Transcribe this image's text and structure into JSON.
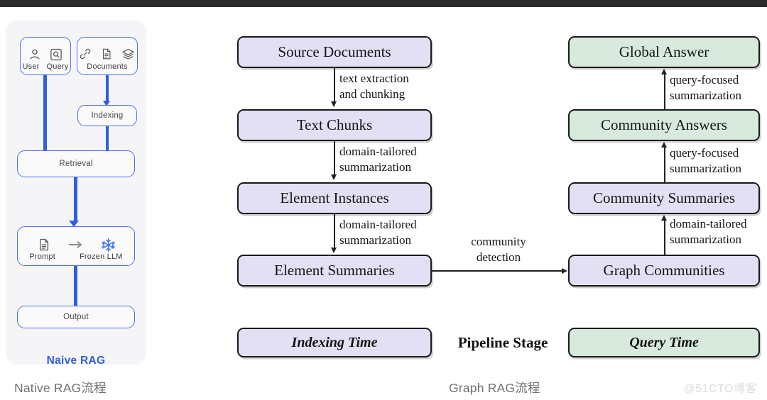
{
  "topbar": {
    "present": true,
    "color": "#2b2b2b"
  },
  "colors": {
    "lavender_fill": "#E3E0F6",
    "green_fill": "#D7EADD",
    "box_stroke": "#1A1A1A",
    "naive_accent": "#2F5FE0",
    "caption_gray": "#6F7276",
    "watermark_gray": "#DCDCDC",
    "left_card_bg": "#F5F5F7"
  },
  "naive_rag": {
    "title": "Naive RAG",
    "input_left": {
      "icons": [
        {
          "name": "user-icon",
          "label": "User"
        },
        {
          "name": "query-search-icon",
          "label": "Query"
        }
      ]
    },
    "input_right": {
      "icons": [
        {
          "name": "link-icon",
          "label": ""
        },
        {
          "name": "document-icon",
          "label": ""
        },
        {
          "name": "layers-icon",
          "label": ""
        }
      ],
      "label": "Documents"
    },
    "indexing": "Indexing",
    "retrieval": "Retrieval",
    "prompt_box": {
      "prompt_label": "Prompt",
      "arrow_icon": "right-arrow-icon",
      "llm_icon": "snowflake-icon",
      "llm_label": "Frozen LLM"
    },
    "output": "Output"
  },
  "graph_rag": {
    "indexing_column": [
      {
        "id": "source-documents",
        "label": "Source Documents",
        "fill": "lavender"
      },
      {
        "id": "text-chunks",
        "label": "Text Chunks",
        "fill": "lavender"
      },
      {
        "id": "element-instances",
        "label": "Element Instances",
        "fill": "lavender"
      },
      {
        "id": "element-summaries",
        "label": "Element Summaries",
        "fill": "lavender"
      }
    ],
    "indexing_edges": [
      {
        "from": "source-documents",
        "to": "text-chunks",
        "label_line1": "text extraction",
        "label_line2": "and chunking"
      },
      {
        "from": "text-chunks",
        "to": "element-instances",
        "label_line1": "domain-tailored",
        "label_line2": "summarization"
      },
      {
        "from": "element-instances",
        "to": "element-summaries",
        "label_line1": "domain-tailored",
        "label_line2": "summarization"
      }
    ],
    "bridge_edge": {
      "from": "element-summaries",
      "to": "graph-communities",
      "label_line1": "community",
      "label_line2": "detection"
    },
    "query_column": [
      {
        "id": "global-answer",
        "label": "Global Answer",
        "fill": "green"
      },
      {
        "id": "community-answers",
        "label": "Community Answers",
        "fill": "green"
      },
      {
        "id": "community-summaries",
        "label": "Community Summaries",
        "fill": "lavender"
      },
      {
        "id": "graph-communities",
        "label": "Graph Communities",
        "fill": "lavender"
      }
    ],
    "query_edges": [
      {
        "from": "community-answers",
        "to": "global-answer",
        "label_line1": "query-focused",
        "label_line2": "summarization"
      },
      {
        "from": "community-summaries",
        "to": "community-answers",
        "label_line1": "query-focused",
        "label_line2": "summarization"
      },
      {
        "from": "graph-communities",
        "to": "community-summaries",
        "label_line1": "domain-tailored",
        "label_line2": "summarization"
      }
    ],
    "legend": {
      "indexing_time": "Indexing Time",
      "pipeline_stage": "Pipeline Stage",
      "query_time": "Query Time"
    }
  },
  "captions": {
    "left": "Native RAG流程",
    "right": "Graph RAG流程",
    "watermark": "@51CTO博客"
  }
}
